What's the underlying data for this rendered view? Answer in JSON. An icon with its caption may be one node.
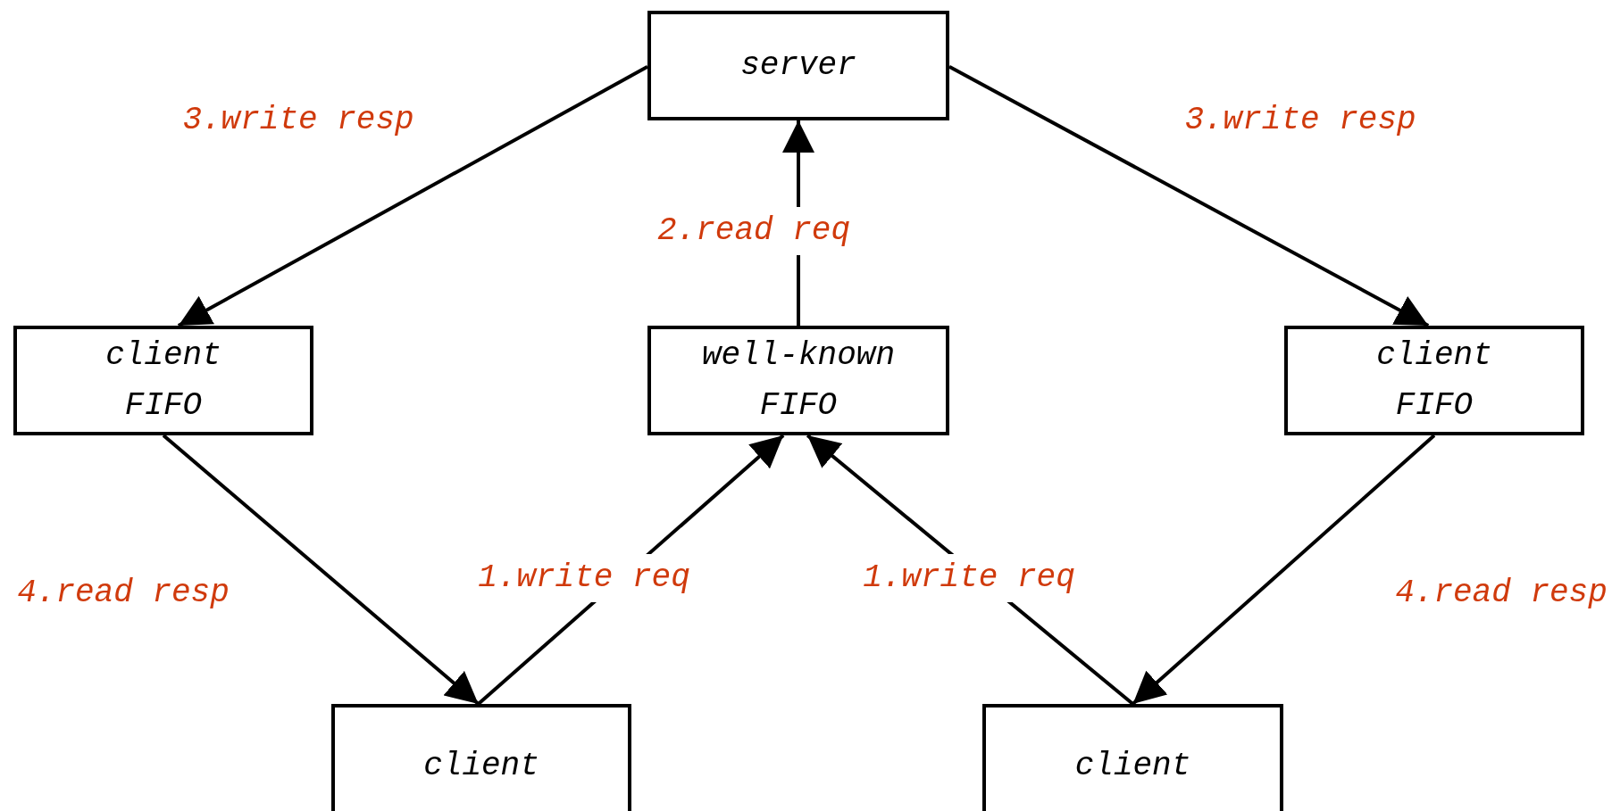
{
  "diagram": {
    "nodes": [
      {
        "text": [
          "server"
        ]
      },
      {
        "text": [
          "client FIFO"
        ]
      },
      {
        "text": [
          "well-known FIFO"
        ]
      },
      {
        "text": [
          "client FIFO"
        ]
      },
      {
        "text": [
          "client"
        ]
      },
      {
        "text": [
          "client"
        ]
      }
    ],
    "edges": [
      {
        "from": 0,
        "to": 1,
        "arrow": "to",
        "label": "3.write resp"
      },
      {
        "from": 0,
        "to": 3,
        "arrow": "to",
        "label": "3.write resp"
      },
      {
        "from": 2,
        "to": 0,
        "arrow": "to",
        "label": "2.read req"
      },
      {
        "from": 1,
        "to": 4,
        "arrow": "to",
        "label": "4.read resp"
      },
      {
        "from": 4,
        "to": 2,
        "arrow": "to",
        "label": "1.write req"
      },
      {
        "from": 5,
        "to": 2,
        "arrow": "to",
        "label": "1.write req"
      },
      {
        "from": 3,
        "to": 5,
        "arrow": "to",
        "label": "4.read resp"
      }
    ]
  }
}
